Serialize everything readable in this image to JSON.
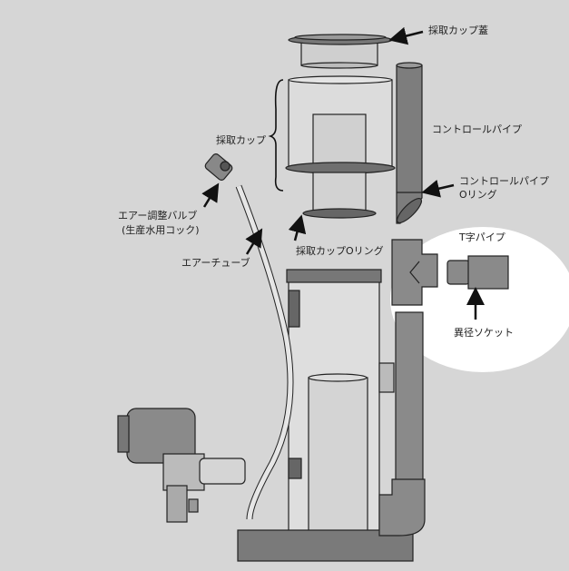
{
  "labels": {
    "cup_lid": "採取カップ蓋",
    "control_pipe": "コントロールパイプ",
    "collection_cup": "採取カップ",
    "control_pipe_oring_1": "コントロールパイプ",
    "control_pipe_oring_2": "Oリング",
    "t_pipe": "T字パイプ",
    "cup_oring": "採取カップOリング",
    "air_valve_1": "エアー調整バルブ",
    "air_valve_2": "(生産水用コック)",
    "air_tube": "エアーチューブ",
    "reducer_socket": "異径ソケット"
  },
  "colors": {
    "background": "#d6d6d6",
    "part": "#8a8a8a",
    "highlight": "#ffffff"
  }
}
